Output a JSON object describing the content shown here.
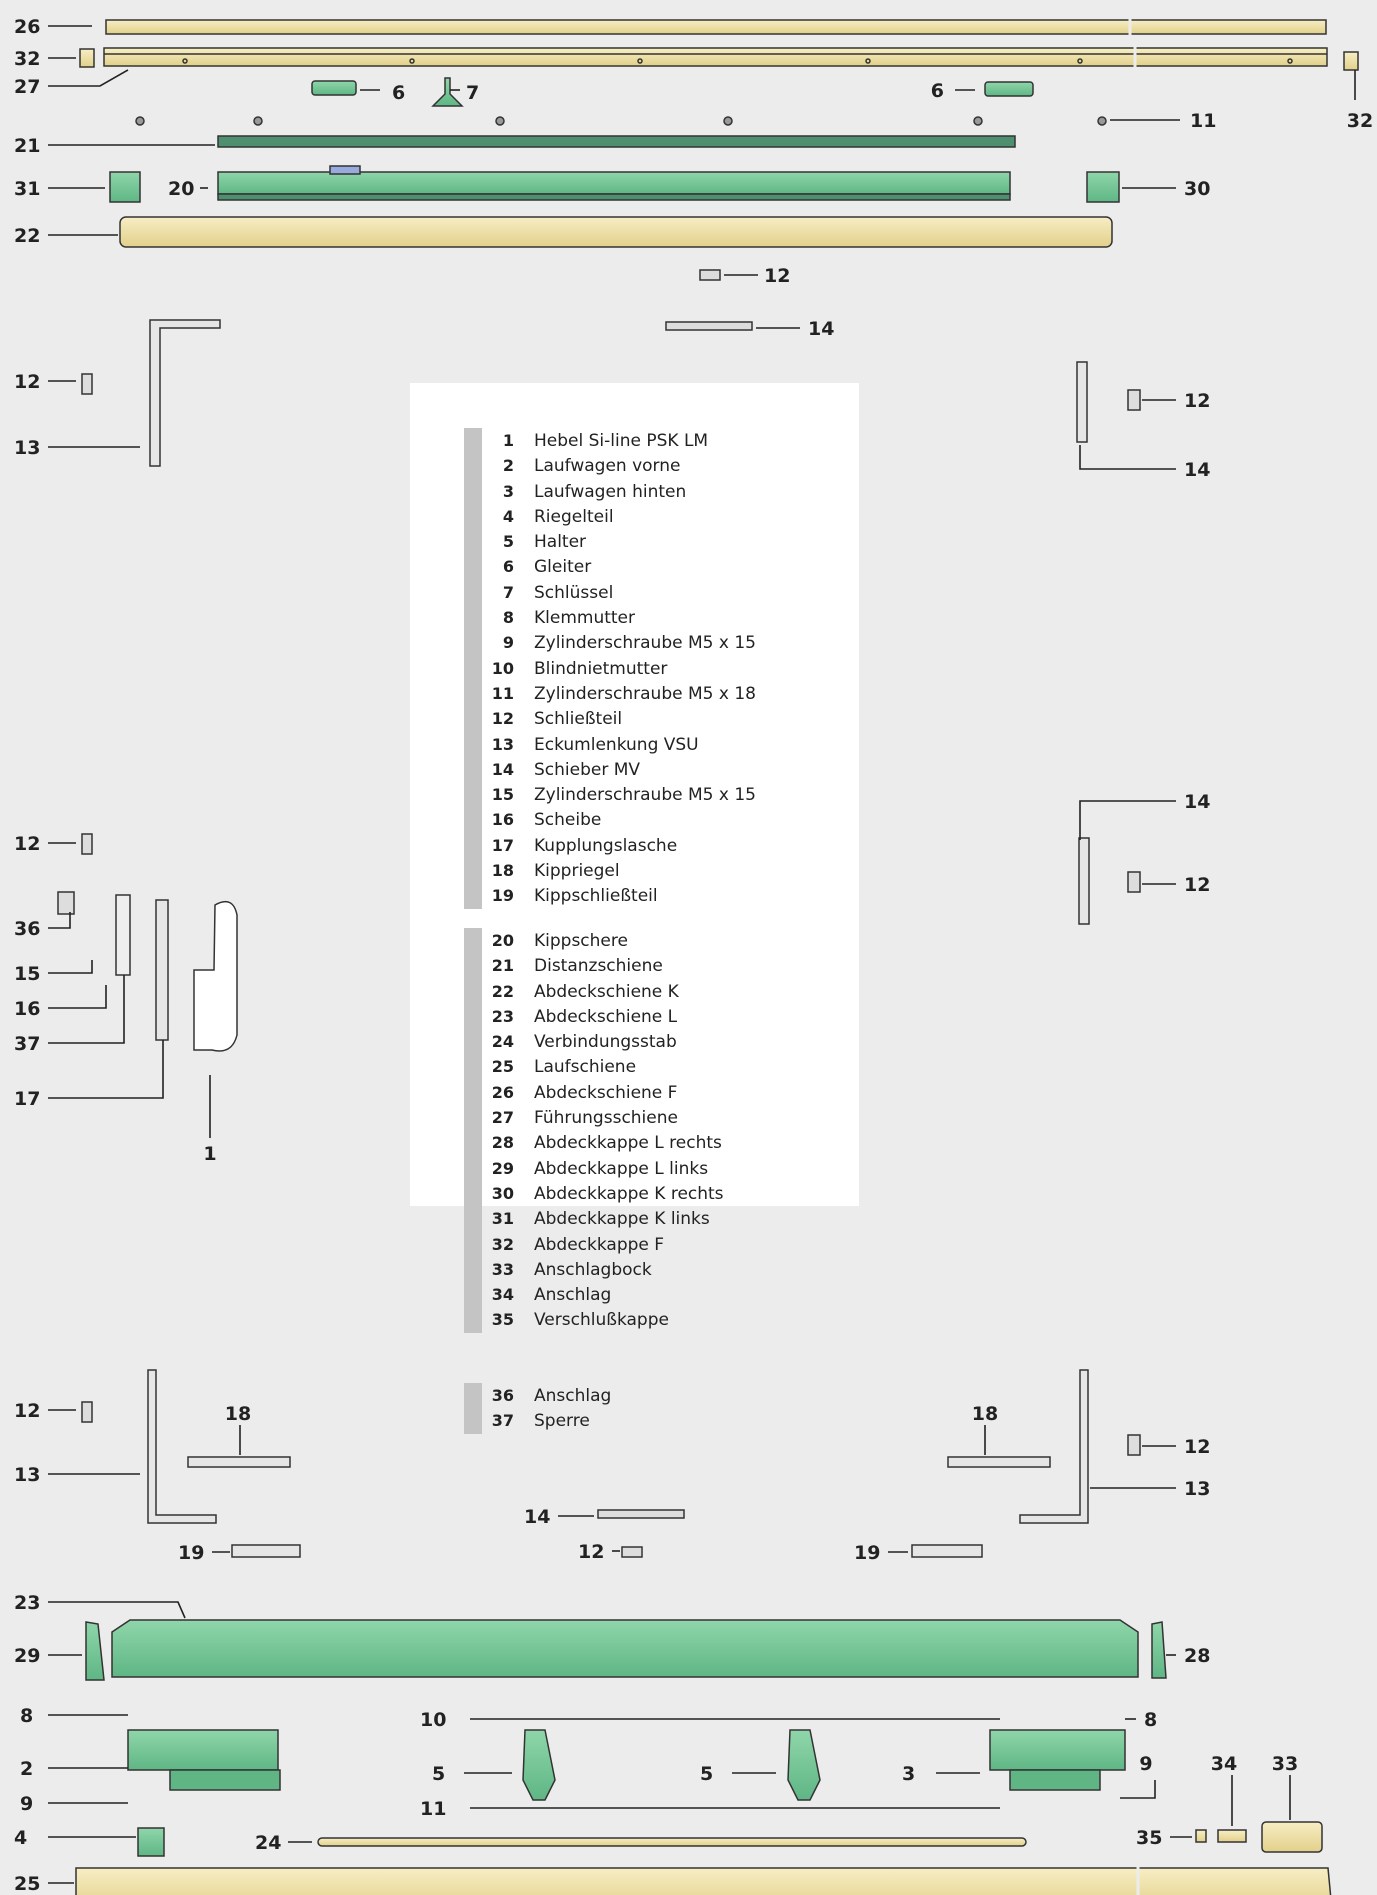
{
  "legend": {
    "groups": [
      {
        "items": [
          {
            "num": "1",
            "label": "Hebel Si-line PSK LM"
          },
          {
            "num": "2",
            "label": "Laufwagen vorne"
          },
          {
            "num": "3",
            "label": "Laufwagen hinten"
          },
          {
            "num": "4",
            "label": "Riegelteil"
          },
          {
            "num": "5",
            "label": "Halter"
          },
          {
            "num": "6",
            "label": "Gleiter"
          },
          {
            "num": "7",
            "label": "Schlüssel"
          },
          {
            "num": "8",
            "label": "Klemmutter"
          },
          {
            "num": "9",
            "label": "Zylinderschraube M5 x 15"
          },
          {
            "num": "10",
            "label": "Blindnietmutter"
          },
          {
            "num": "11",
            "label": "Zylinderschraube M5 x 18"
          },
          {
            "num": "12",
            "label": "Schließteil"
          },
          {
            "num": "13",
            "label": "Eckumlenkung VSU"
          },
          {
            "num": "14",
            "label": "Schieber MV"
          },
          {
            "num": "15",
            "label": "Zylinderschraube M5 x 15"
          },
          {
            "num": "16",
            "label": "Scheibe"
          },
          {
            "num": "17",
            "label": "Kupplungslasche"
          },
          {
            "num": "18",
            "label": "Kippriegel"
          },
          {
            "num": "19",
            "label": "Kippschließteil"
          }
        ]
      },
      {
        "items": [
          {
            "num": "20",
            "label": "Kippschere"
          },
          {
            "num": "21",
            "label": "Distanzschiene"
          },
          {
            "num": "22",
            "label": "Abdeckschiene K"
          },
          {
            "num": "23",
            "label": "Abdeckschiene L"
          },
          {
            "num": "24",
            "label": "Verbindungsstab"
          },
          {
            "num": "25",
            "label": "Laufschiene"
          },
          {
            "num": "26",
            "label": "Abdeckschiene F"
          },
          {
            "num": "27",
            "label": "Führungsschiene"
          },
          {
            "num": "28",
            "label": "Abdeckkappe L rechts"
          },
          {
            "num": "29",
            "label": "Abdeckkappe L links"
          },
          {
            "num": "30",
            "label": "Abdeckkappe K rechts"
          },
          {
            "num": "31",
            "label": "Abdeckkappe K links"
          },
          {
            "num": "32",
            "label": "Abdeckkappe F"
          },
          {
            "num": "33",
            "label": "Anschlagbock"
          },
          {
            "num": "34",
            "label": "Anschlag"
          },
          {
            "num": "35",
            "label": "Verschlußkappe"
          }
        ]
      },
      {
        "items": [
          {
            "num": "36",
            "label": "Anschlag"
          },
          {
            "num": "37",
            "label": "Sperre"
          }
        ]
      }
    ]
  },
  "callouts": [
    "26",
    "32",
    "27",
    "6",
    "7",
    "6",
    "32",
    "11",
    "21",
    "31",
    "20",
    "30",
    "22",
    "12",
    "14",
    "12",
    "13",
    "12",
    "14",
    "14",
    "12",
    "12",
    "36",
    "15",
    "16",
    "37",
    "17",
    "1",
    "12",
    "18",
    "18",
    "12",
    "13",
    "13",
    "14",
    "12",
    "19",
    "19",
    "23",
    "29",
    "28",
    "8",
    "10",
    "8",
    "2",
    "5",
    "5",
    "3",
    "9",
    "34",
    "33",
    "9",
    "11",
    "4",
    "24",
    "35",
    "25"
  ],
  "colors": {
    "background": "#ececec",
    "rail_yellow": "#f1e4a8",
    "rail_green": "#7ecb9a",
    "part_green": "#6dc49a",
    "part_gray": "#d4d4d4",
    "outline": "#333333"
  }
}
